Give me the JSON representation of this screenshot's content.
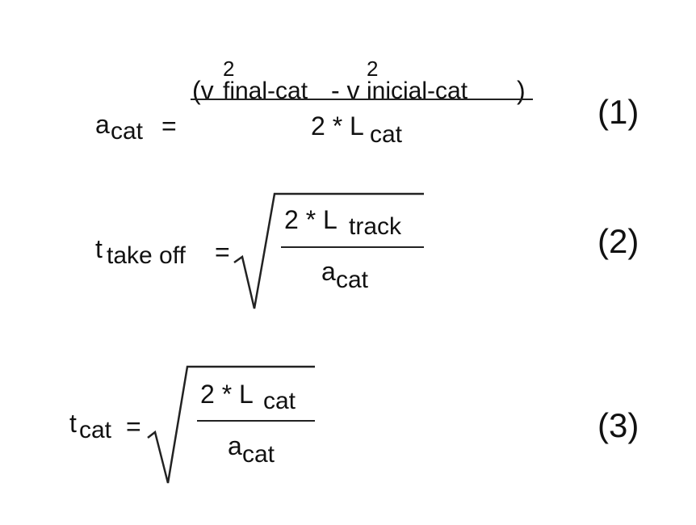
{
  "equations": [
    {
      "number": "(1)",
      "lhs": {
        "base": "a",
        "sub": "cat",
        "eq": "="
      },
      "numerator": {
        "open": "(v",
        "sup1": "2",
        "sub1": "final-cat",
        "minus": "- v",
        "sup2": "2",
        "sub2": "inicial-cat",
        "close": ")"
      },
      "denominator": {
        "text": "2 * L",
        "sub": "cat"
      }
    },
    {
      "number": "(2)",
      "lhs": {
        "base": "t",
        "sub": "take off",
        "eq": "="
      },
      "numerator": {
        "text": "2 * L",
        "sub": "track"
      },
      "denominator": {
        "text": "a",
        "sub": "cat"
      }
    },
    {
      "number": "(3)",
      "lhs": {
        "base": "t",
        "sub": "cat",
        "eq": "="
      },
      "numerator": {
        "text": "2 * L",
        "sub": "cat"
      },
      "denominator": {
        "text": "a",
        "sub": "cat"
      }
    }
  ]
}
